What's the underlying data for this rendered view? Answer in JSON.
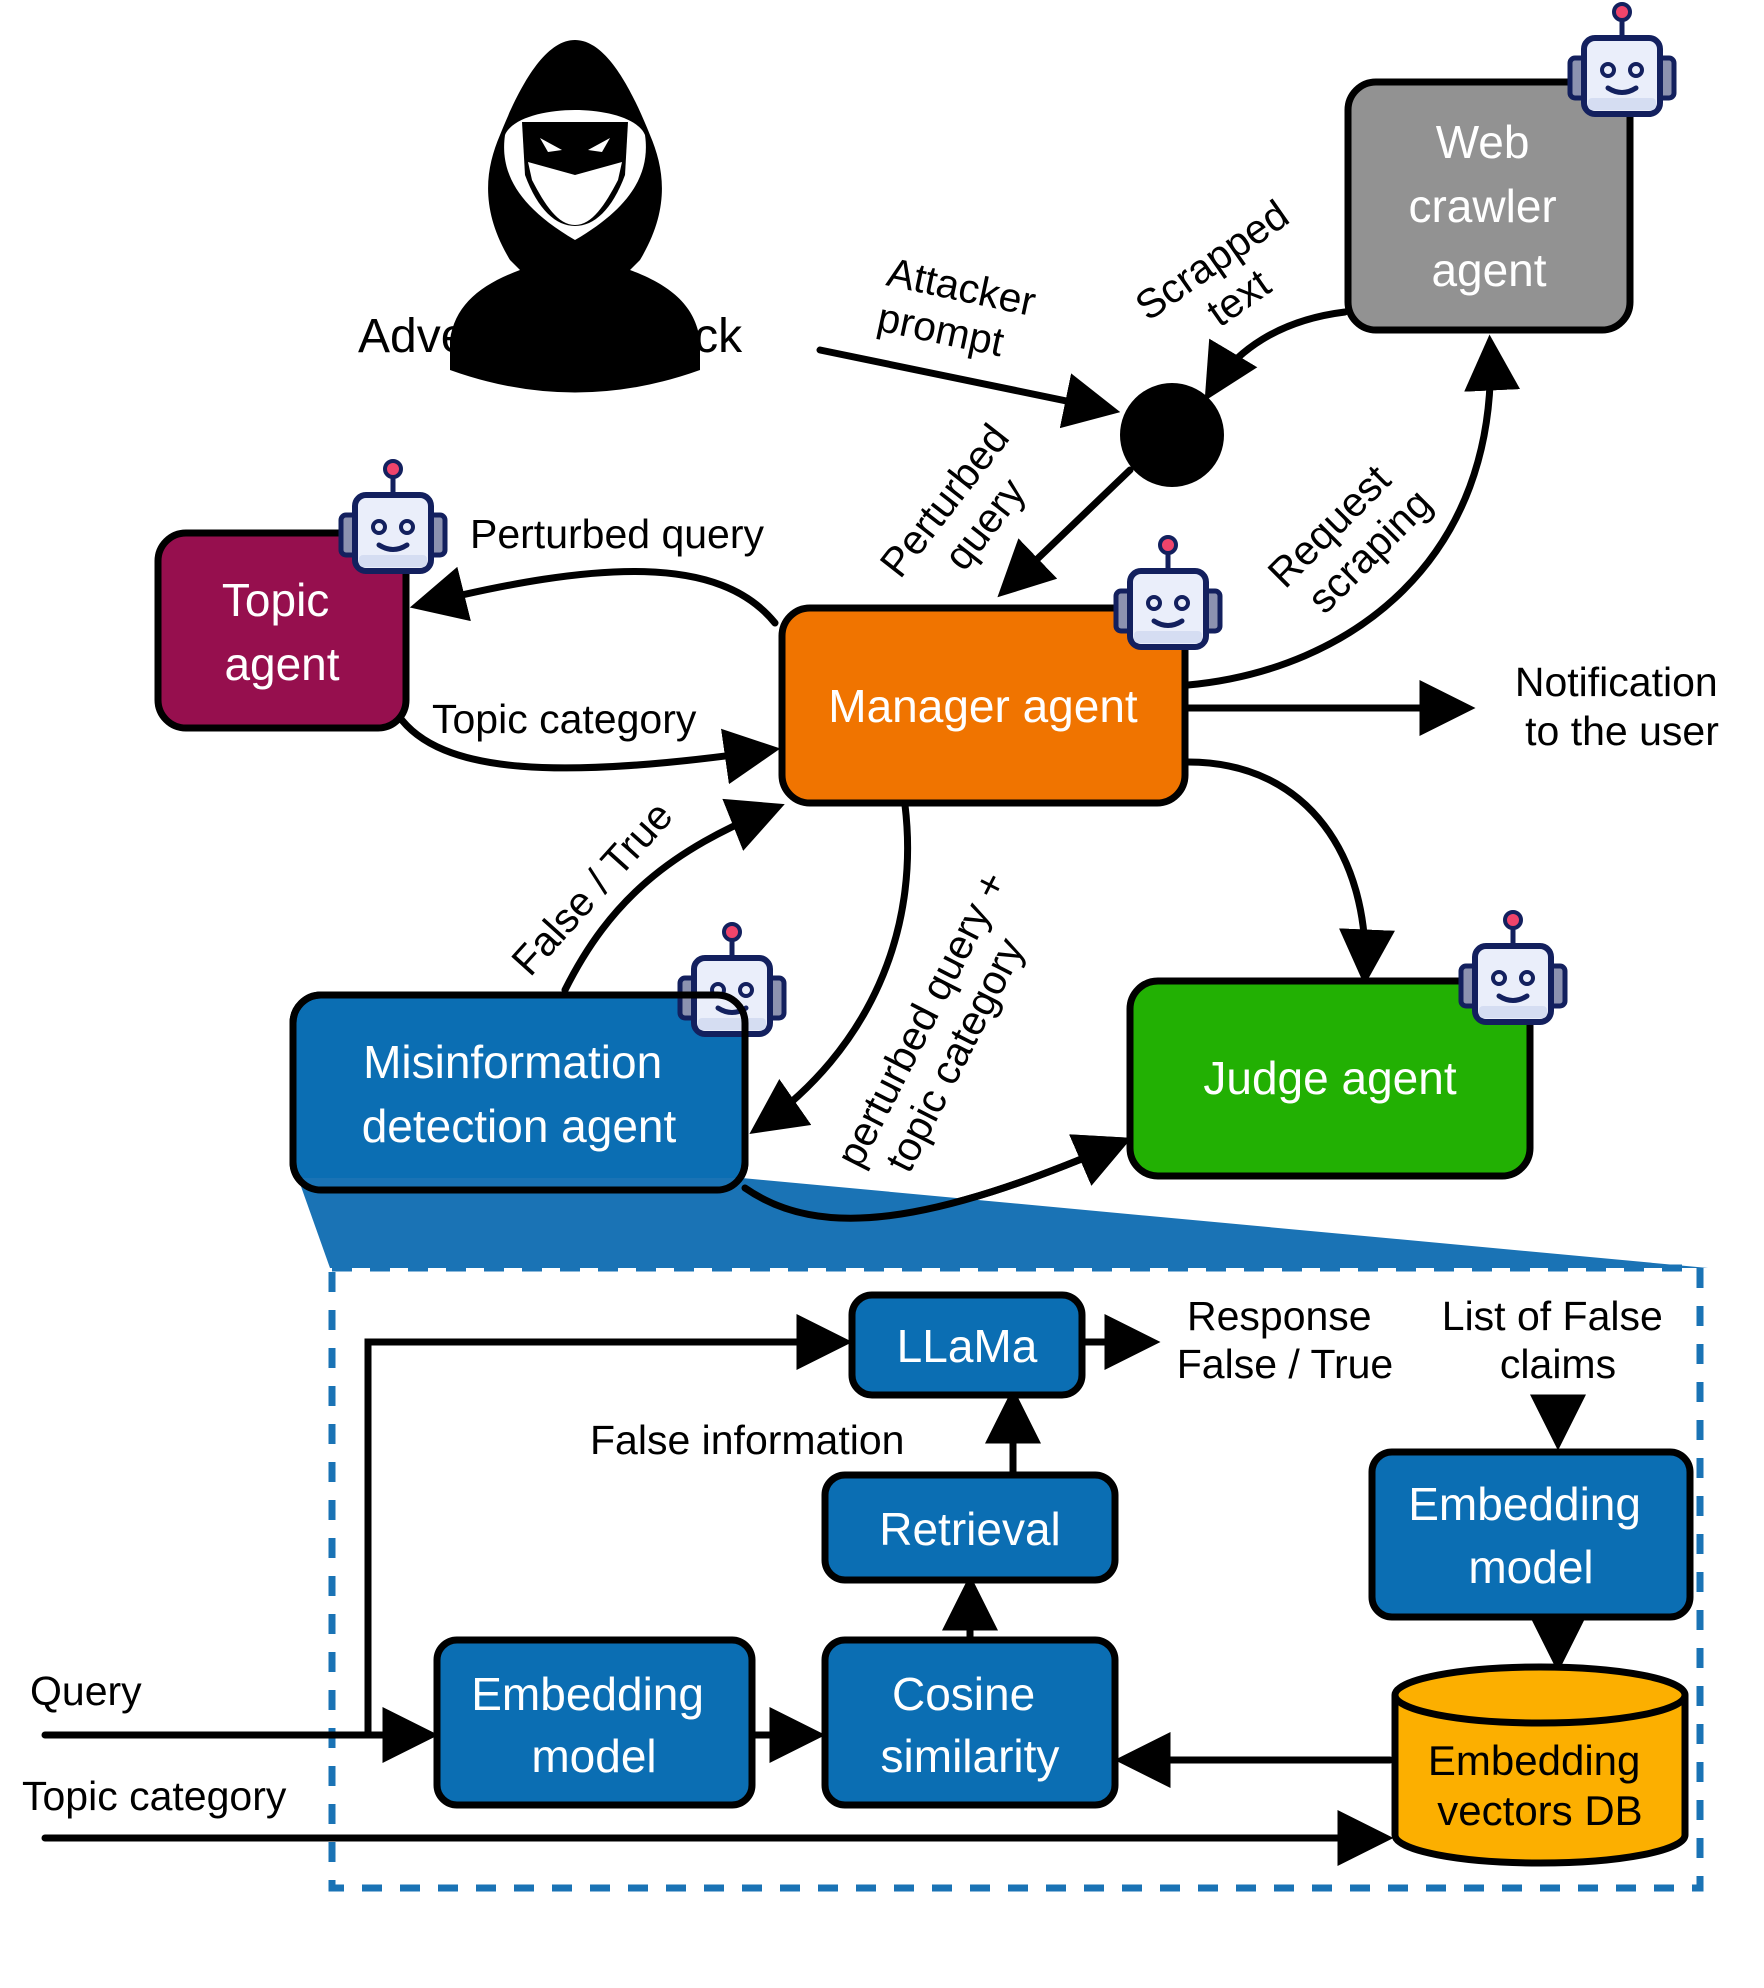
{
  "attacker": {
    "icon": "hooded-hacker-icon",
    "label": "Adversarial Attack"
  },
  "agents": {
    "web_crawler": {
      "lines": [
        "Web",
        "crawler",
        "agent"
      ],
      "color": "#929292"
    },
    "topic": {
      "lines": [
        "Topic",
        "agent"
      ],
      "color": "#960f4e"
    },
    "manager": {
      "lines": [
        "Manager agent"
      ],
      "color": "#f07400"
    },
    "misinformation": {
      "lines": [
        "Misinformation",
        "detection agent"
      ],
      "color": "#0b6eb3"
    },
    "judge": {
      "lines": [
        "Judge agent"
      ],
      "color": "#22b003"
    }
  },
  "robot_icon": "robot-icon",
  "edge_labels": {
    "attacker_prompt": [
      "Attacker",
      "prompt"
    ],
    "scrapped_text": [
      "Scrapped",
      "text"
    ],
    "perturbed_query_diag": [
      "Perturbed",
      "query"
    ],
    "request_scraping": [
      "Request",
      "scraping"
    ],
    "perturbed_query": "Perturbed query",
    "topic_category": "Topic category",
    "false_true": "False / True",
    "perturbed_plus_topic": [
      "perturbed query +",
      "topic category"
    ],
    "notification": [
      "Notification",
      "to the user"
    ]
  },
  "detail": {
    "border_color": "#1a73b5",
    "blocks": {
      "llama": [
        "LLaMa"
      ],
      "retrieval": [
        "Retrieval"
      ],
      "embedding_left": [
        "Embedding",
        "model"
      ],
      "cosine": [
        "Cosine",
        "similarity"
      ],
      "embedding_right": [
        "Embedding",
        "model"
      ],
      "vectors_db": [
        "Embedding",
        "vectors DB"
      ]
    },
    "block_color": "#0b6eb3",
    "db_color": "#fcaf00",
    "labels": {
      "response": [
        "Response",
        "False / True"
      ],
      "false_claims": [
        "List of False",
        "claims"
      ],
      "false_information": "False information",
      "query": "Query",
      "topic_category": "Topic category"
    }
  }
}
